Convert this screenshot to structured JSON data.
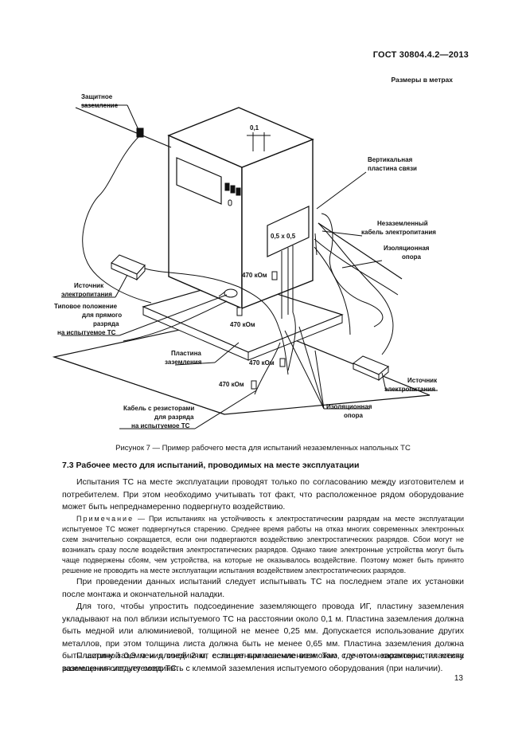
{
  "header": {
    "standard": "ГОСТ 30804.4.2—2013",
    "sizes_note": "Размеры в метрах"
  },
  "figure": {
    "labels": {
      "protective_ground_1": "Защитное",
      "protective_ground_2": "заземление",
      "dim_01": "0,1",
      "vcp_1": "Вертикальная",
      "vcp_2": "пластина связи",
      "ungrounded_cable_1": "Незаземленный",
      "ungrounded_cable_2": "кабель электропитания",
      "iso_support_right_1": "Изоляционная",
      "iso_support_right_2": "опора",
      "dim_05": "0,5 х 0,5",
      "r470_1": "470 кОм",
      "r470_2": "470 кОм",
      "r470_3": "470 кОм",
      "r470_4": "470 кОм",
      "psu_left_1": "Источник",
      "psu_left_2": "электропитания",
      "typical_pos_1": "Типовое положение",
      "typical_pos_2": "для прямого",
      "typical_pos_3": "разряда",
      "typical_pos_4": "на испытуемое ТС",
      "ground_plate_1": "Пластина",
      "ground_plate_2": "заземления",
      "psu_right_1": "Источник",
      "psu_right_2": "электропитания",
      "bleed_cable_1": "Кабель с резисторами",
      "bleed_cable_2": "для разряда",
      "bleed_cable_3": "на испытуемое ТС",
      "iso_support_bottom_1": "Изоляционная",
      "iso_support_bottom_2": "опора"
    },
    "caption": "Рисунок 7 — Пример рабочего места для испытаний незаземленных напольных ТС"
  },
  "section": {
    "heading": "7.3 Рабочее место для испытаний, проводимых на месте эксплуатации",
    "p1": "Испытания ТС на месте эксплуатации проводят только по согласованию между изготовителем и потребителем. При этом необходимо учитывать тот факт, что расположенное рядом оборудование может быть непреднамеренно подвергнуто воздействию.",
    "note_label": "Примечание",
    "note_text": " — При испытаниях на устойчивость к электростатическим разрядам на месте эксплуатации испытуемое ТС может подвергнуться старению. Среднее время работы на отказ многих современных электронных схем значительно сокращается, если они подвергаются воздействию электростатических разрядов. Сбои могут не возникать сразу после воздействия электростатических разрядов. Однако такие электронные устройства могут быть чаще подвержены сбоям, чем устройства, на которые не оказывалось воздействие. Поэтому может быть принято решение не проводить на месте эксплуатации испытания воздействием электростатических разрядов.",
    "p2": "При проведении данных испытаний следует испытывать ТС на последнем этапе их установки после монтажа и окончательной наладки.",
    "p3": "Для того, чтобы упростить подсоединение заземляющего провода ИГ, пластину заземления укладывают на пол вблизи испытуемого ТС на расстоянии около 0,1 м. Пластина заземления должна быть медной или алюминиевой, толщиной не менее 0,25 мм. Допускается использование других металлов, при этом толщина листа должна быть не менее 0,65 мм. Пластина заземления должна быть шириной 0,3 м и длиной 2 м, если ее применение возможно с учетом характеристик места размещения испытуемого ТС.",
    "p4": "Пластину заземления соединяют с защитным заземлением. Там, где это невозможно, пластину заземления следует соединять с клеммой заземления испытуемого оборудования (при наличии)."
  },
  "page_number": "13"
}
